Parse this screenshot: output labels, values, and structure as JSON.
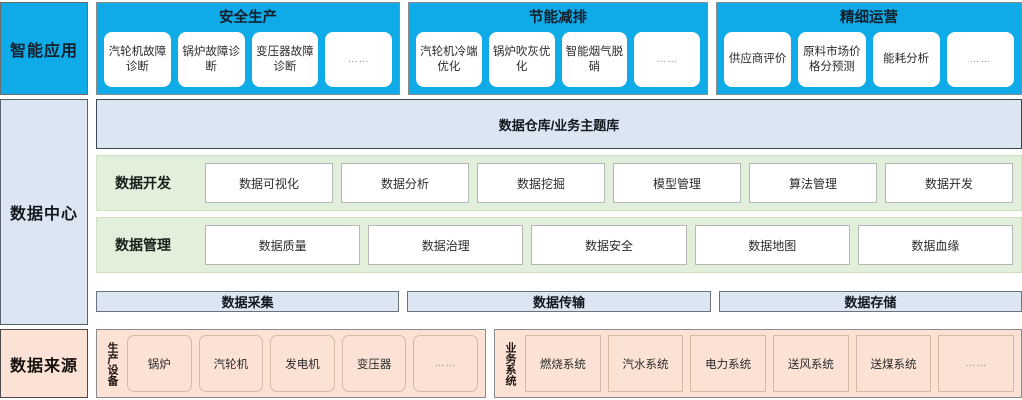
{
  "rows": {
    "applications": {
      "label": "智能应用",
      "groups": [
        {
          "title": "安全生产",
          "tiles": [
            "汽轮机故障诊断",
            "锅炉故障诊断",
            "变压器故障诊断",
            "……"
          ]
        },
        {
          "title": "节能减排",
          "tiles": [
            "汽轮机冷端优化",
            "锅炉吹灰优化",
            "智能烟气脱硝",
            "……"
          ]
        },
        {
          "title": "精细运营",
          "tiles": [
            "供应商评价",
            "原料市场价格分预测",
            "能耗分析",
            "……"
          ]
        }
      ]
    },
    "data_center": {
      "label": "数据中心",
      "warehouse": "数据仓库/业务主题库",
      "green_bands": [
        {
          "title": "数据开发",
          "items": [
            "数据可视化",
            "数据分析",
            "数据挖掘",
            "模型管理",
            "算法管理",
            "数据开发"
          ]
        },
        {
          "title": "数据管理",
          "items": [
            "数据质量",
            "数据治理",
            "数据安全",
            "数据地图",
            "数据血缘"
          ]
        }
      ],
      "pipeline": [
        "数据采集",
        "数据传输",
        "数据存储"
      ]
    },
    "data_source": {
      "label": "数据来源",
      "groups": [
        {
          "vertical_label": "生产设备",
          "items": [
            "锅炉",
            "汽轮机",
            "发电机",
            "变压器",
            "……"
          ]
        },
        {
          "vertical_label": "业务系统",
          "items": [
            "燃烧系统",
            "汽水系统",
            "电力系统",
            "送风系统",
            "送煤系统",
            "……"
          ]
        }
      ]
    }
  },
  "colors": {
    "app_cyan": "#0fabe8",
    "center_blue": "#dce6f2",
    "band_green": "#e2efda",
    "source_peach": "#fbe2d5",
    "tile_white": "#ffffff"
  }
}
